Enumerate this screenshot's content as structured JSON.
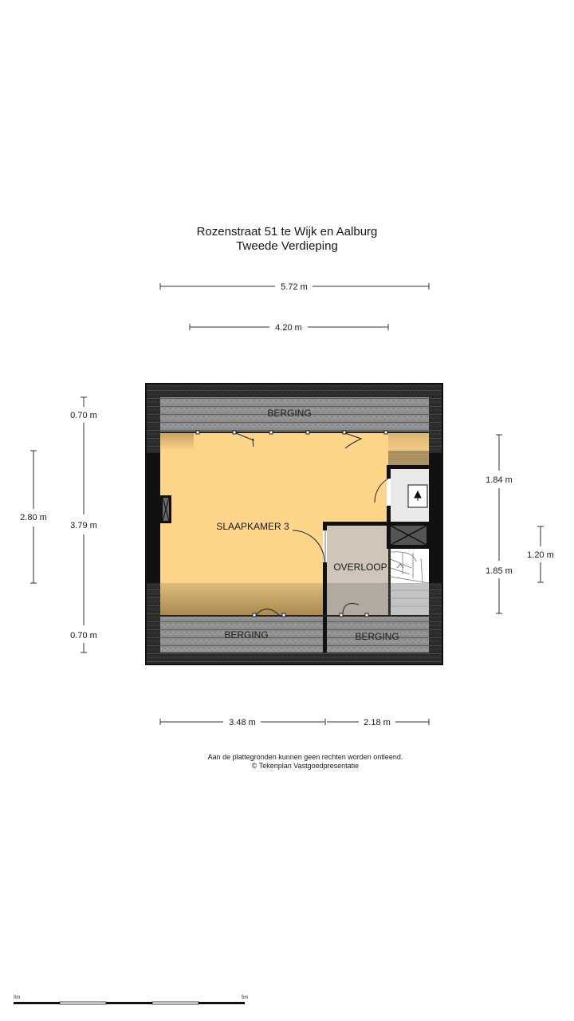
{
  "title": {
    "address": "Rozenstraat 51 te Wijk en Aalburg",
    "floor": "Tweede Verdieping"
  },
  "dimensions": {
    "top_outer": "5.72 m",
    "top_inner": "4.20 m",
    "left_top": "0.70 m",
    "left_middle": "3.79 m",
    "left_bottom": "0.70 m",
    "left_outer": "2.80 m",
    "right_upper": "1.84 m",
    "right_lower": "1.85 m",
    "right_stair": "1.20 m",
    "bottom_left": "3.48 m",
    "bottom_right": "2.18 m"
  },
  "rooms": {
    "berging_top": "BERGING",
    "slaapkamer": "SLAAPKAMER 3",
    "overloop": "OVERLOOP",
    "berging_bottom_left": "BERGING",
    "berging_bottom_right": "BERGING"
  },
  "footer": {
    "disclaimer": "Aan de plattegronden kunnen geen rechten worden ontleend.",
    "copyright": "© Tekenplan Vastgoedpresentatie"
  },
  "scale": {
    "start": "0m",
    "end": "5m"
  },
  "colors": {
    "bedroom": "#fdd58a",
    "landing": "#cfc5b8",
    "roof_tile": "#8c8c8c",
    "roof_gradient": "#b08a4a",
    "wall": "#111111"
  }
}
